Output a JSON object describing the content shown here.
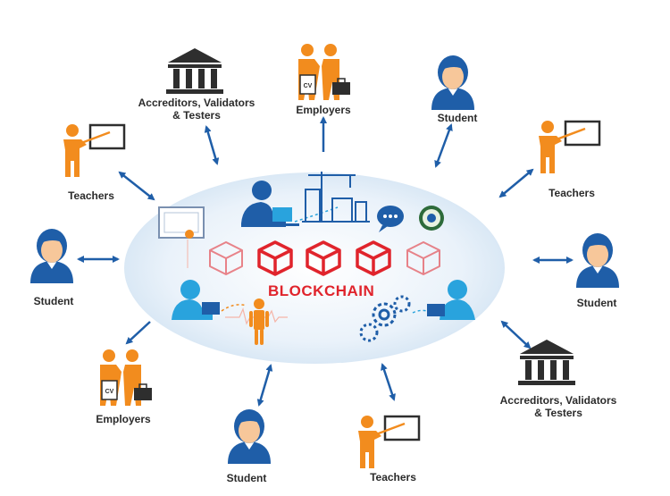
{
  "core": {
    "title": "BLOCKCHAIN",
    "ellipse_color": "#dbe9f5",
    "block_color": "#e0242c",
    "block_count": 5
  },
  "nodes": [
    {
      "id": "accreditors-top",
      "label": "Accreditors, Validators\n& Testers",
      "icon": "bank-icon"
    },
    {
      "id": "employers-top",
      "label": "Employers",
      "icon": "handshake-icon"
    },
    {
      "id": "student-top-right",
      "label": "Student",
      "icon": "student-icon"
    },
    {
      "id": "teachers-right",
      "label": "Teachers",
      "icon": "teacher-icon"
    },
    {
      "id": "student-right",
      "label": "Student",
      "icon": "student-icon"
    },
    {
      "id": "accreditors-bottom",
      "label": "Accreditors, Validators\n& Testers",
      "icon": "bank-icon"
    },
    {
      "id": "teachers-bottom",
      "label": "Teachers",
      "icon": "teacher-icon"
    },
    {
      "id": "student-bottom",
      "label": "Student",
      "icon": "student-icon"
    },
    {
      "id": "employers-bottom",
      "label": "Employers",
      "icon": "handshake-icon"
    },
    {
      "id": "student-left",
      "label": "Student",
      "icon": "student-icon"
    },
    {
      "id": "teachers-left",
      "label": "Teachers",
      "icon": "teacher-icon"
    }
  ],
  "badges": {
    "cv": "CV"
  },
  "colors": {
    "orange": "#f28c1e",
    "blue": "#1f5ea8",
    "dark": "#2e2e2e",
    "light_blue": "#29a3dd"
  }
}
